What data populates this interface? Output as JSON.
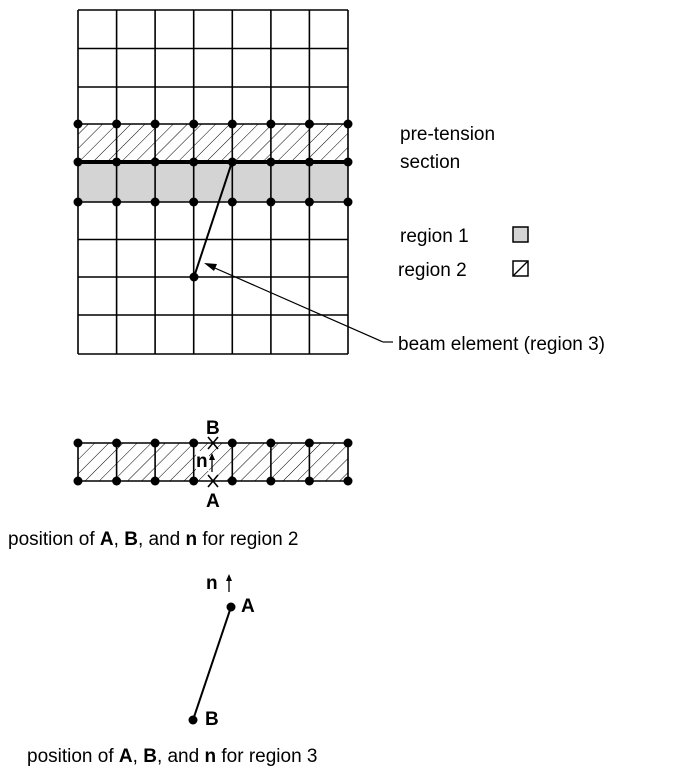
{
  "labels": {
    "pretension_line1": "pre-tension",
    "pretension_line2": "section",
    "region1": "region 1",
    "region2": "region 2",
    "beam_element": "beam element (region 3)",
    "caption2": {
      "prefix": "position of ",
      "a": "A",
      "sep1": ", ",
      "b": "B",
      "sep2": ", and ",
      "n": "n",
      "suffix": " for region 2"
    },
    "caption3": {
      "prefix": "position of ",
      "a": "A",
      "sep1": ", ",
      "b": "B",
      "sep2": ", and ",
      "n": "n",
      "suffix": " for region 3"
    }
  },
  "points": {
    "A": "A",
    "B": "B",
    "n": "n"
  },
  "colors": {
    "region1_fill": "#d4d4d4",
    "line": "#000000"
  }
}
